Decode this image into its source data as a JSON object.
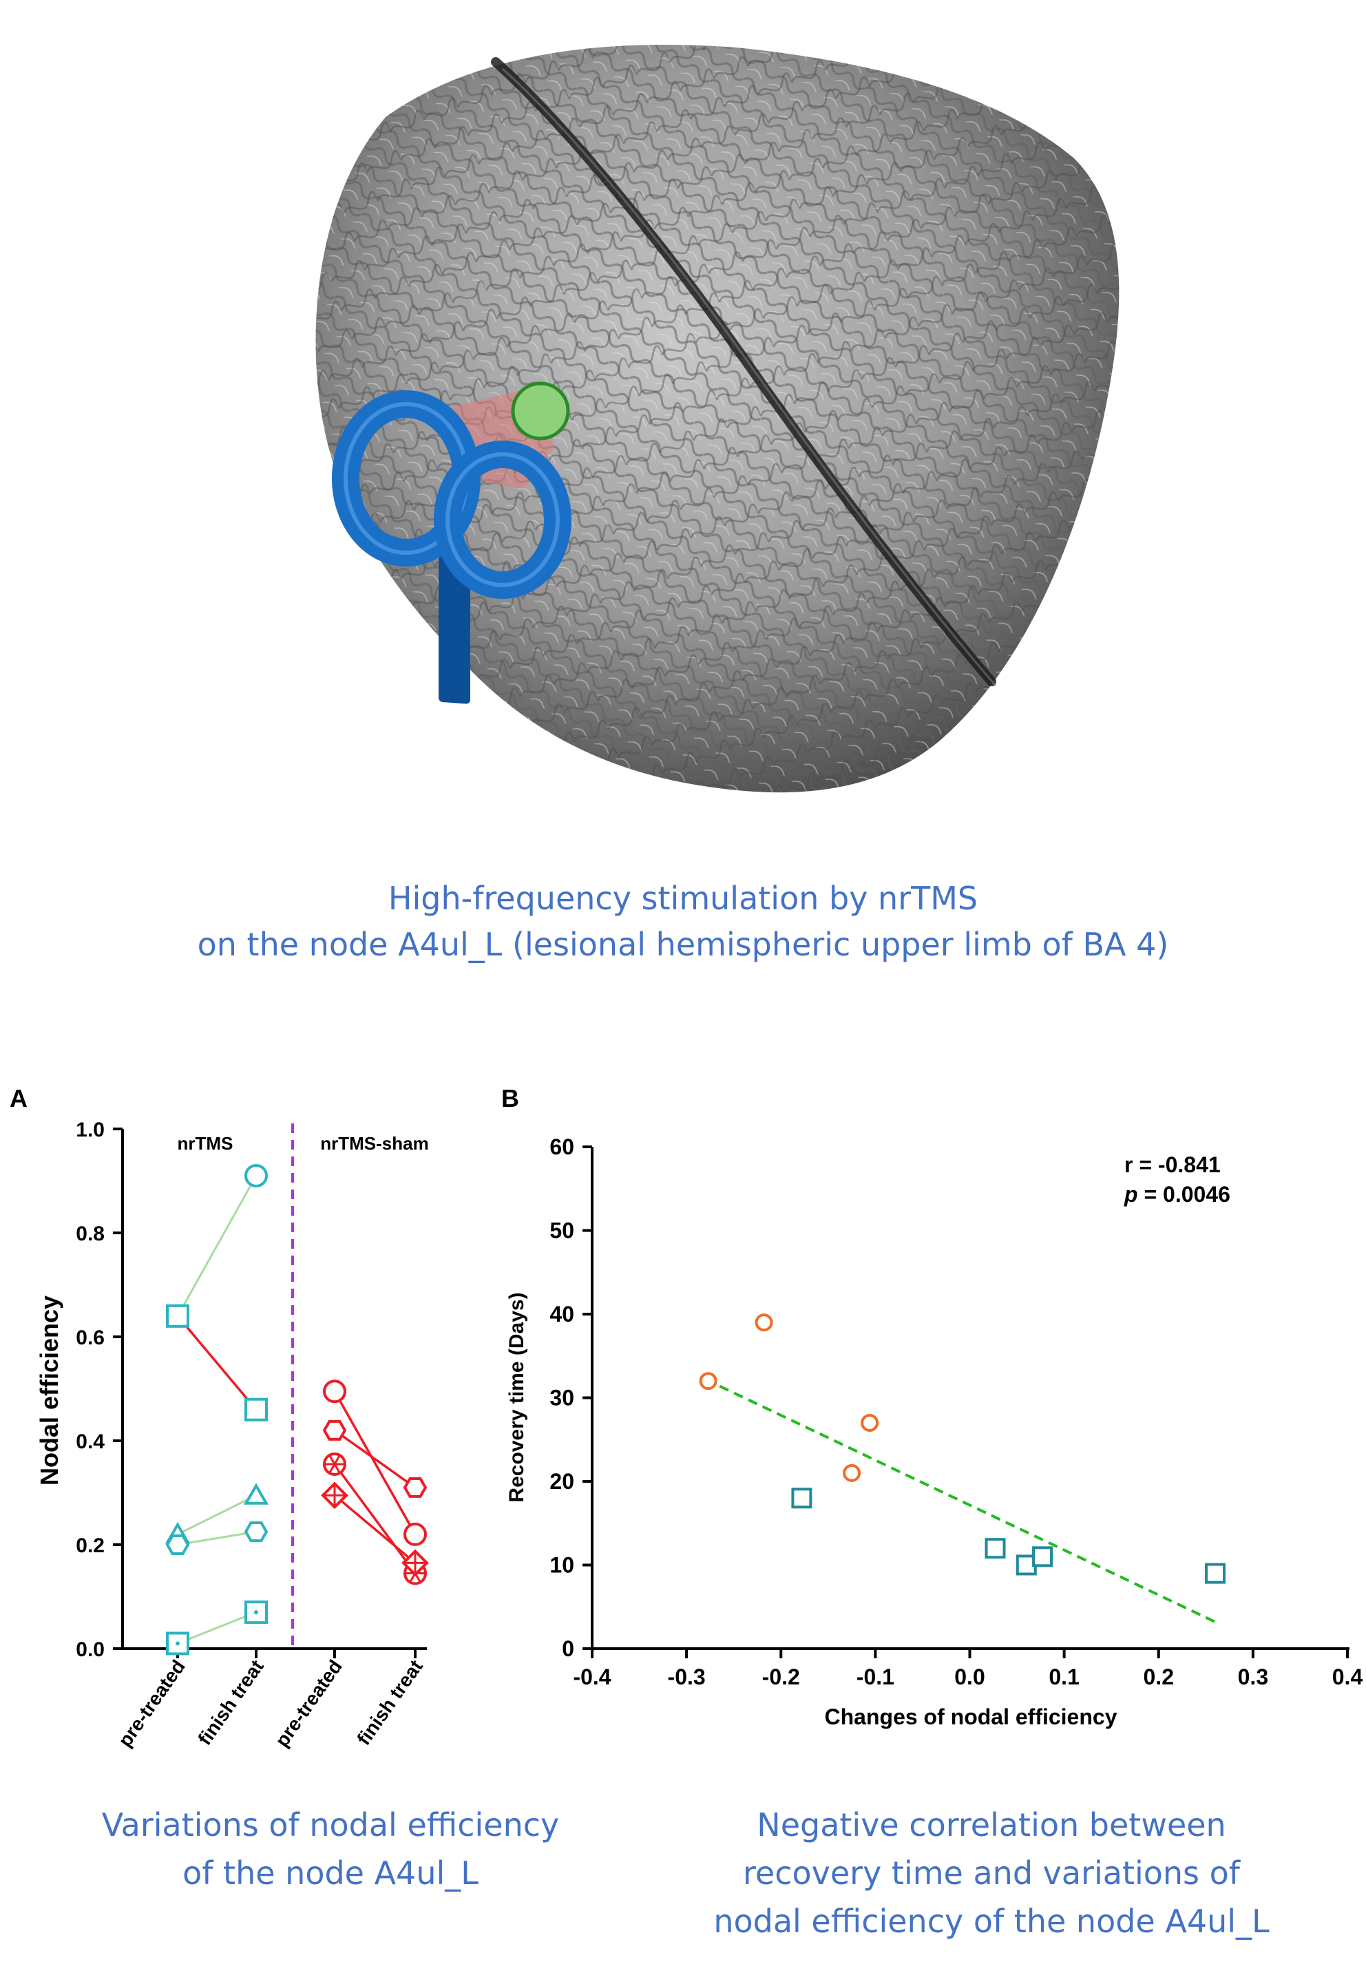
{
  "illustration": {
    "brain": "brain-surface-render",
    "coil": "figure-eight-coil-icon",
    "target": "stimulation-target-dot",
    "target_color": "#8fd17a",
    "coil_color": "#1a6fc7"
  },
  "captions": {
    "top_line1": "High-frequency  stimulation by nrTMS",
    "top_line2": "on  the node A4ul_L (lesional hemispheric upper limb of BA 4)",
    "left_line1": "Variations of nodal efficiency",
    "left_line2": "of the node A4ul_L",
    "right_line1": "Negative correlation between",
    "right_line2": "recovery time and variations of",
    "right_line3": "nodal efficiency of the node A4ul_L"
  },
  "panel_a": {
    "letter": "A",
    "ylabel": "Nodal efficiency",
    "y_ticks": [
      "0.0",
      "0.2",
      "0.4",
      "0.6",
      "0.8",
      "1.0"
    ],
    "x_ticks": [
      "pre-treated",
      "finish treat",
      "pre-treated",
      "finish treat"
    ],
    "group1_label": "nrTMS",
    "group2_label": "nrTMS-sham"
  },
  "panel_b": {
    "letter": "B",
    "xlabel": "Changes of nodal efficiency",
    "ylabel": "Recovery time (Days)",
    "x_ticks": [
      "-0.4",
      "-0.3",
      "-0.2",
      "-0.1",
      "0.0",
      "0.1",
      "0.2",
      "0.3",
      "0.4"
    ],
    "y_ticks": [
      "0",
      "10",
      "20",
      "30",
      "40",
      "50",
      "60"
    ],
    "stat_r": "r = -0.841",
    "stat_p_symbol": "p",
    "stat_p_value": " = 0.0046"
  },
  "colors": {
    "teal": "#2bb3c0",
    "teal_dark": "#1f8a9a",
    "light_green": "#a8dca0",
    "red": "#ee1c25",
    "orange": "#f36c21",
    "fit_green": "#22bb22",
    "divider_purple": "#aa33dd",
    "caption_blue": "#4472C4"
  },
  "chart_data": [
    {
      "type": "line",
      "ylabel": "Nodal efficiency",
      "ylim": [
        0,
        1.0
      ],
      "categories": [
        "pre-treated",
        "finish treat",
        "pre-treated",
        "finish treat"
      ],
      "series": [
        {
          "group": "nrTMS",
          "marker": "circle",
          "color": "teal",
          "line": "light_green",
          "values": [
            0.64,
            0.91
          ]
        },
        {
          "group": "nrTMS",
          "marker": "square",
          "color": "teal",
          "line": "red",
          "values": [
            0.64,
            0.46
          ]
        },
        {
          "group": "nrTMS",
          "marker": "triangle",
          "color": "teal",
          "line": "light_green",
          "values": [
            0.22,
            0.295
          ]
        },
        {
          "group": "nrTMS",
          "marker": "hexagon",
          "color": "teal",
          "line": "light_green",
          "values": [
            0.2,
            0.225
          ]
        },
        {
          "group": "nrTMS",
          "marker": "square-dot",
          "color": "teal",
          "line": "light_green",
          "values": [
            0.01,
            0.07
          ]
        },
        {
          "group": "nrTMS-sham",
          "marker": "circle",
          "color": "red",
          "line": "red",
          "values": [
            0.495,
            0.22
          ]
        },
        {
          "group": "nrTMS-sham",
          "marker": "hexagon",
          "color": "red",
          "line": "red",
          "values": [
            0.42,
            0.31
          ]
        },
        {
          "group": "nrTMS-sham",
          "marker": "asterisk-circle",
          "color": "red",
          "line": "red",
          "values": [
            0.355,
            0.145
          ]
        },
        {
          "group": "nrTMS-sham",
          "marker": "cross-diamond",
          "color": "red",
          "line": "red",
          "values": [
            0.295,
            0.165
          ]
        }
      ]
    },
    {
      "type": "scatter",
      "xlabel": "Changes of nodal efficiency",
      "ylabel": "Recovery time (Days)",
      "xlim": [
        -0.4,
        0.4
      ],
      "ylim": [
        0,
        60
      ],
      "series": [
        {
          "marker": "circle",
          "color": "orange",
          "points": [
            [
              -0.277,
              32
            ],
            [
              -0.218,
              39
            ],
            [
              -0.125,
              21
            ],
            [
              -0.106,
              27
            ]
          ]
        },
        {
          "marker": "square",
          "color": "teal_dark",
          "points": [
            [
              -0.178,
              18
            ],
            [
              0.027,
              12
            ],
            [
              0.06,
              10
            ],
            [
              0.077,
              11
            ],
            [
              0.26,
              9
            ]
          ]
        }
      ],
      "fit_line": {
        "x": [
          -0.28,
          0.26
        ],
        "y": [
          32.2,
          3.2
        ],
        "style": "dashed"
      },
      "annotations": [
        "r = -0.841",
        "p = 0.0046"
      ]
    }
  ]
}
